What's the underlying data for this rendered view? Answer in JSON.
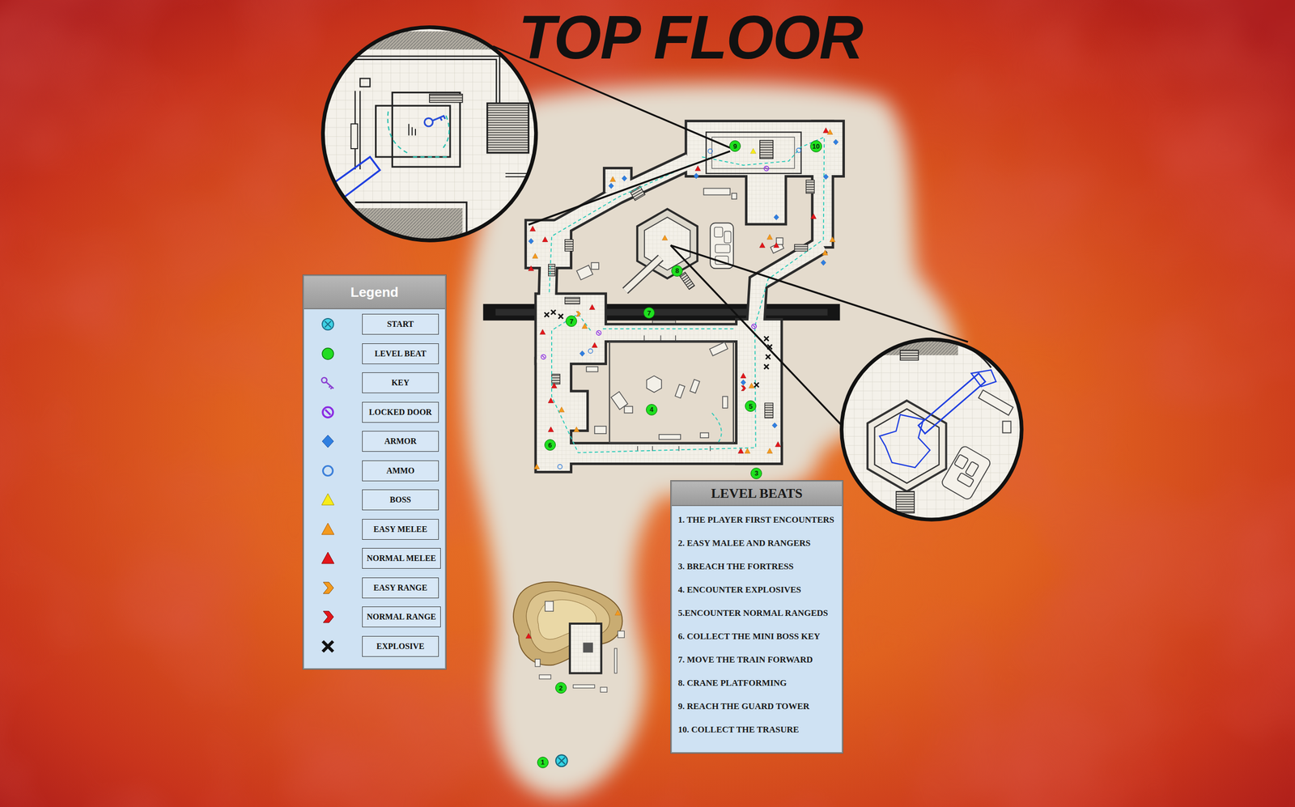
{
  "diagram": {
    "title": "TOP FLOOR",
    "nodes": [
      {
        "text": [
          "Legend"
        ]
      },
      {
        "text": [
          "LEVEL BEATS",
          "1. THE PLAYER FIRST ENCOUNTERS",
          "2. EASY MALEE AND RANGERS",
          "3. BREACH THE FORTRESS",
          "4. ENCOUNTER EXPLOSIVES",
          "5.ENCOUNTER NORMAL RANGEDS",
          "6. COLLECT THE MINI BOSS KEY",
          "7. MOVE THE TRAIN FORWARD",
          "8. CRANE PLATFORMING",
          "9. REACH THE GUARD TOWER",
          "10. COLLECT THE TRASURE"
        ]
      },
      {
        "text": [
          "1"
        ]
      },
      {
        "text": [
          "2"
        ]
      },
      {
        "text": [
          "3"
        ]
      },
      {
        "text": [
          "4"
        ]
      },
      {
        "text": [
          "5"
        ]
      },
      {
        "text": [
          "6"
        ]
      },
      {
        "text": [
          "7"
        ]
      },
      {
        "text": [
          "7"
        ]
      },
      {
        "text": [
          "8"
        ]
      },
      {
        "text": [
          "9"
        ]
      },
      {
        "text": [
          "10"
        ]
      }
    ],
    "legend": [
      {
        "text": "START"
      },
      {
        "text": "LEVEL BEAT"
      },
      {
        "text": "KEY"
      },
      {
        "text": "LOCKED DOOR"
      },
      {
        "text": "ARMOR"
      },
      {
        "text": "AMMO"
      },
      {
        "text": "BOSS"
      },
      {
        "text": "EASY MELEE"
      },
      {
        "text": "NORMAL MELEE"
      },
      {
        "text": "EASY RANGE"
      },
      {
        "text": "NORMAL RANGE"
      },
      {
        "text": "EXPLOSIVE"
      }
    ]
  }
}
